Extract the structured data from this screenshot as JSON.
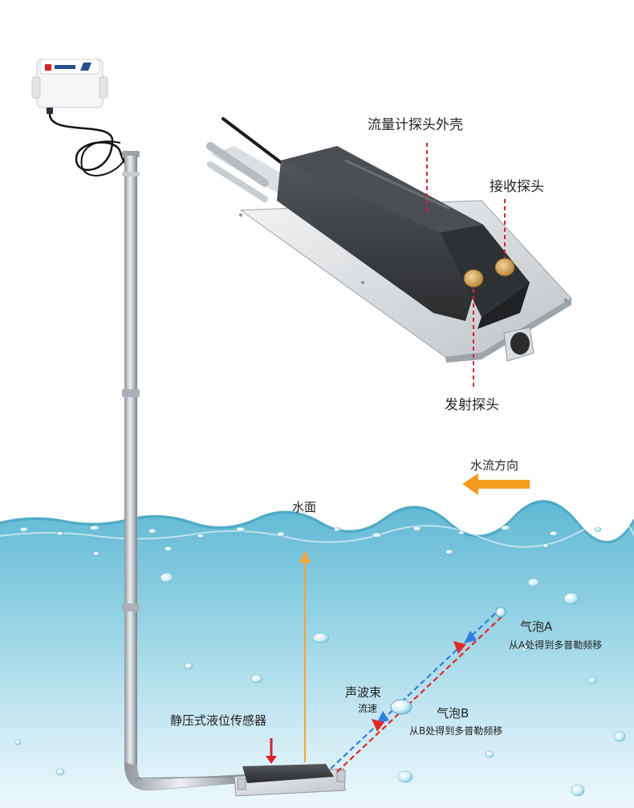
{
  "labels": {
    "housing": "流量计探头外壳",
    "receiver": "接收探头",
    "transmitter": "发射探头",
    "flow_direction": "水流方向",
    "water_surface": "水面",
    "bubble_a": "气泡A",
    "bubble_a_note": "从A处得到多普勒频移",
    "sound_beam": "声波束",
    "flow_speed": "流速",
    "bubble_b": "气泡B",
    "bubble_b_note": "从B处得到多普勒频移",
    "pressure_sensor": "静压式液位传感器"
  },
  "colors": {
    "water_top": "#6fc3dc",
    "water_bottom": "#e8f6fb",
    "pole": "#b9bfc4",
    "housing": "#3c3f42",
    "guide_line": "#d6242a",
    "level_arrow": "#f0a53a",
    "flow_arrow": "#f39c1e",
    "beam_blue": "#2f7fe0",
    "beam_red": "#e02a2a"
  }
}
